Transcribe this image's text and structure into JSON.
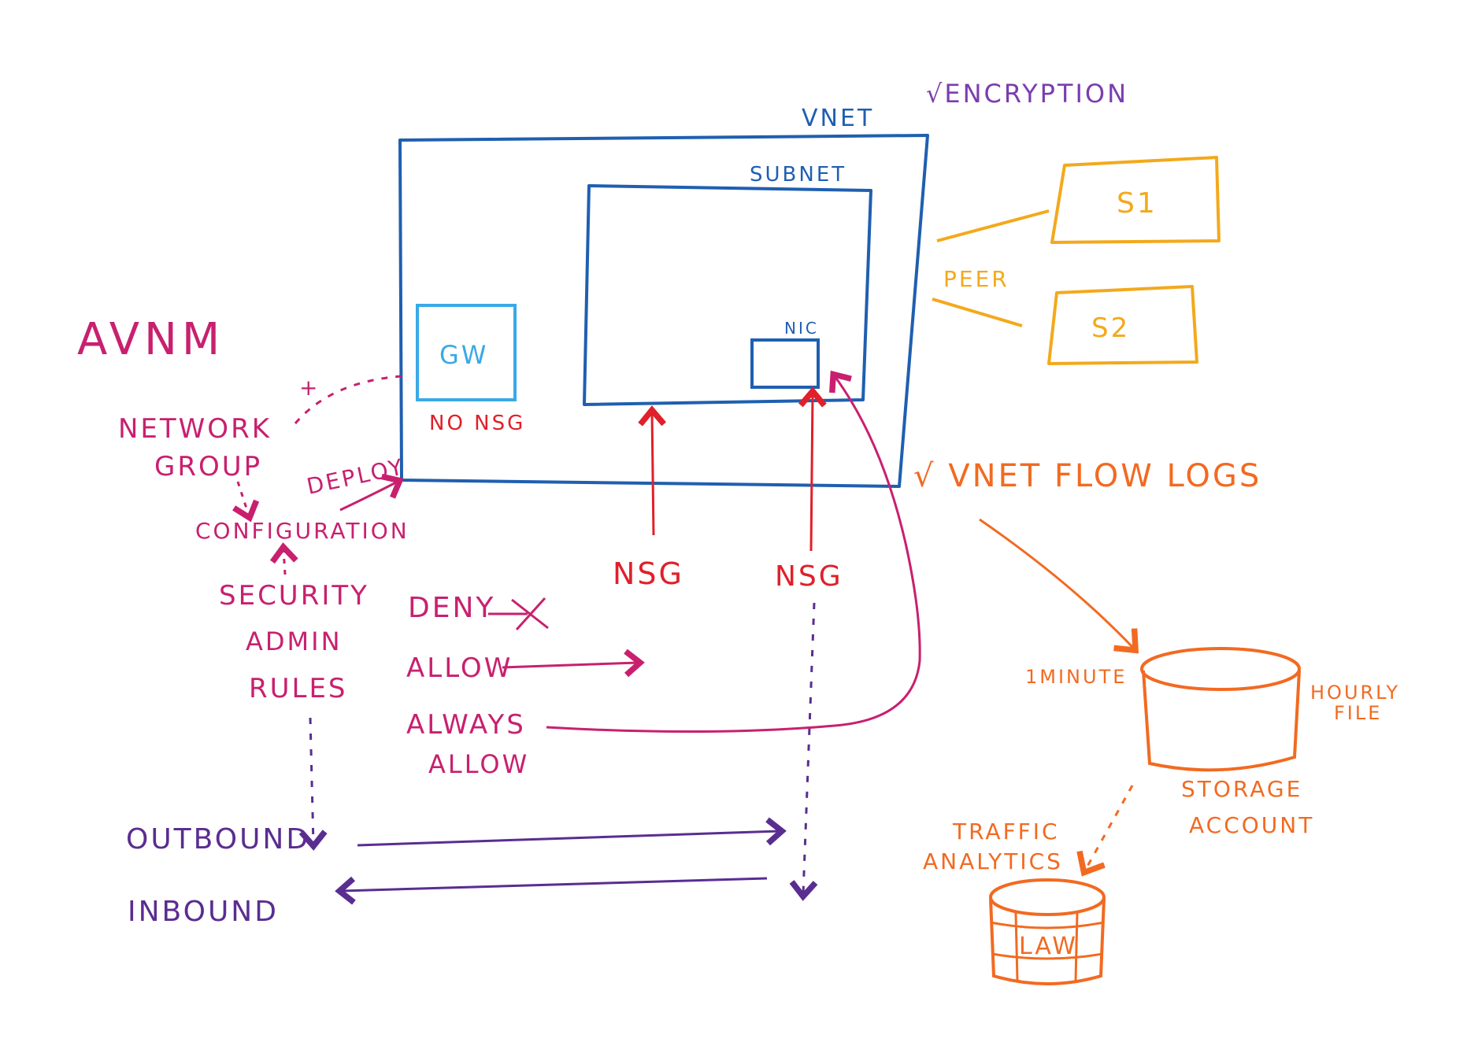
{
  "colors": {
    "blue": "#1f5fb0",
    "light_blue": "#3aa9e6",
    "yellow": "#f3a91c",
    "red": "#e0202a",
    "magenta": "#c8206f",
    "purple": "#5a2d91",
    "violet": "#7a3db0",
    "orange": "#f26a21"
  },
  "labels": {
    "vnet": "VNET",
    "subnet": "SUBNET",
    "nic": "NIC",
    "gw": "GW",
    "no_nsg": "NO NSG",
    "encryption": "√ENCRYPTION",
    "s1": "S1",
    "s2": "S2",
    "peer": "PEER",
    "avnm": "AVNM",
    "plus": "+",
    "network_group": "NETWORK",
    "network_group_2": "GROUP",
    "deploy": "DEPLOY",
    "configuration": "CONFIGURATION",
    "security_admin_rules_1": "SECURITY",
    "security_admin_rules_2": "ADMIN",
    "security_admin_rules_3": "RULES",
    "deny": "DENY",
    "allow": "ALLOW",
    "always_allow_1": "ALWAYS",
    "always_allow_2": "ALLOW",
    "nsg_subnet": "NSG",
    "nsg_nic": "NSG",
    "outbound": "OUTBOUND",
    "inbound": "INBOUND",
    "vnet_flow_logs": "√ VNET FLOW LOGS",
    "one_minute": "1MINUTE",
    "hourly_file_1": "HOURLY",
    "hourly_file_2": "FILE",
    "storage_account_1": "STORAGE",
    "storage_account_2": "ACCOUNT",
    "traffic_analytics_1": "TRAFFIC",
    "traffic_analytics_2": "ANALYTICS",
    "law": "LAW"
  }
}
